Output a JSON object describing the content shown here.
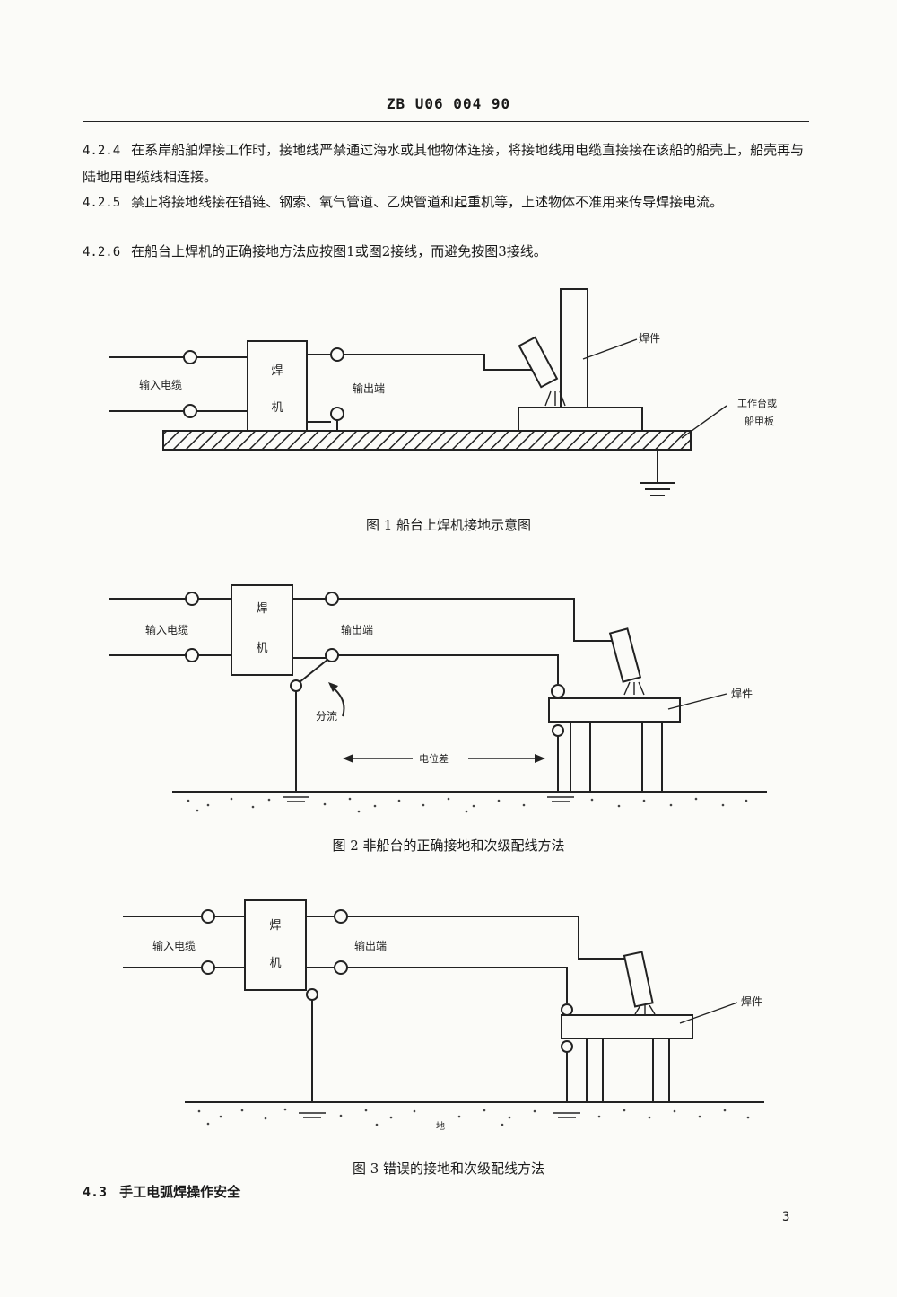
{
  "header": {
    "doc_code": "ZB U06 004   90"
  },
  "paragraphs": [
    {
      "num": "4.2.4",
      "text": "在系岸船舶焊接工作时，接地线严禁通过海水或其他物体连接，将接地线用电缆直接接在该船的船壳上，船壳再与陆地用电缆线相连接。"
    },
    {
      "num": "4.2.5",
      "text": "禁止将接地线接在锚链、钢索、氧气管道、乙炔管道和起重机等，上述物体不准用来传导焊接电流。"
    },
    {
      "num": "4.2.6",
      "text": "在船台上焊机的正确接地方法应按图1或图2接线，而避免按图3接线。"
    }
  ],
  "figures": {
    "fig1": {
      "caption": "图 1   船台上焊机接地示意图",
      "input_label": "输入电缆",
      "machine_top": "焊",
      "machine_bottom": "机",
      "output_label": "输出端",
      "workpiece_label": "焊件",
      "bench_label_1": "工作台或",
      "bench_label_2": "船甲板"
    },
    "fig2": {
      "caption": "图 2   非船台的正确接地和次级配线方法",
      "input_label": "输入电缆",
      "machine_top": "焊",
      "machine_bottom": "机",
      "output_label": "输出端",
      "workpiece_label": "焊件",
      "shunt_label": "分流",
      "potential_label": "电位差"
    },
    "fig3": {
      "caption": "图 3   错误的接地和次级配线方法",
      "input_label": "输入电缆",
      "machine_top": "焊",
      "machine_bottom": "机",
      "output_label": "输出端",
      "workpiece_label": "焊件",
      "ground_label": "地"
    }
  },
  "section": {
    "num": "4.3",
    "title": "手工电弧焊操作安全"
  },
  "page_number": "3"
}
